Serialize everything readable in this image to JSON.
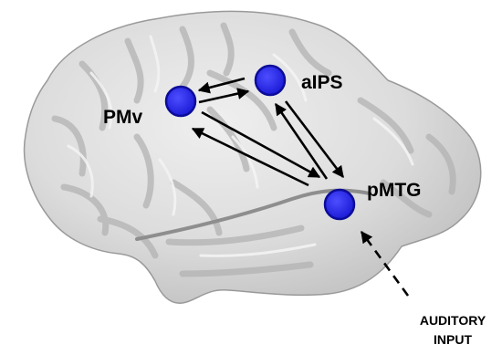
{
  "regions": {
    "pmv": {
      "label": "PMv"
    },
    "aips": {
      "label": "aIPS"
    },
    "pmtg": {
      "label": "pMTG"
    }
  },
  "input": {
    "line1": "AUDITORY",
    "line2": "INPUT"
  },
  "connections": [
    {
      "from": "PMv",
      "to": "aIPS",
      "direction": "bidirectional"
    },
    {
      "from": "PMv",
      "to": "pMTG",
      "direction": "bidirectional"
    },
    {
      "from": "aIPS",
      "to": "pMTG",
      "direction": "bidirectional"
    },
    {
      "from": "AUDITORY INPUT",
      "to": "pMTG",
      "direction": "one-way",
      "style": "dashed"
    }
  ],
  "colors": {
    "node": "#1f1fe6",
    "node_edge": "#0c0c9a",
    "brain": "#d9d9d9",
    "arrow": "#000000"
  }
}
